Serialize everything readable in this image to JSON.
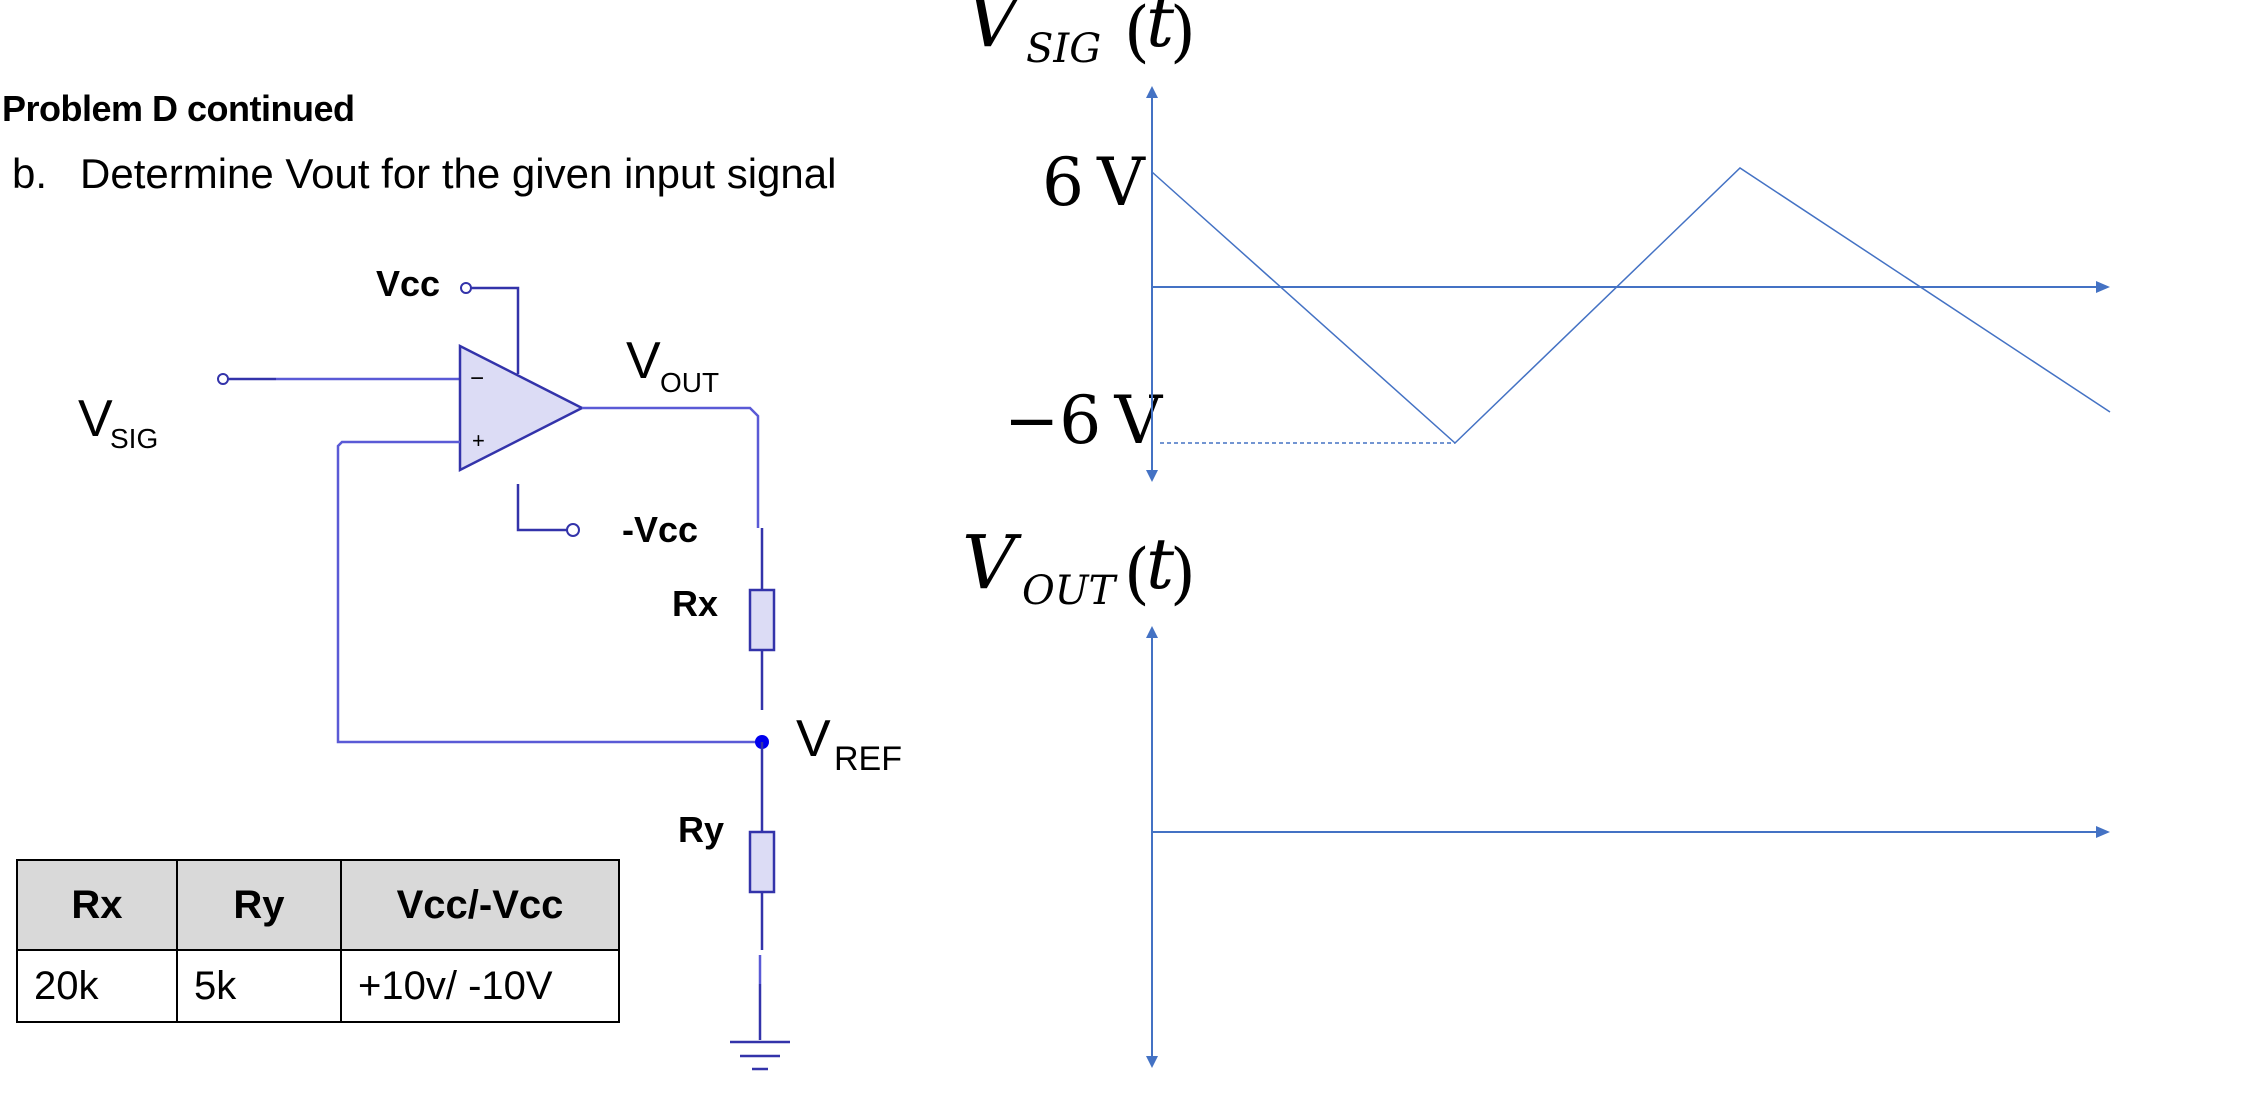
{
  "problem": {
    "title": "Problem D continued",
    "item_letter": "b.",
    "question": "Determine Vout for the given input signal"
  },
  "circuit": {
    "vcc_label": "Vcc",
    "neg_vcc_label": "-Vcc",
    "vsig_label": {
      "main": "V",
      "sub": "SIG"
    },
    "vout_label": {
      "main": "V",
      "sub": "OUT"
    },
    "vref_label": {
      "main": "V",
      "sub": "REF"
    },
    "rx_label": "Rx",
    "ry_label": "Ry",
    "minus_sign": "−",
    "plus_sign": "+"
  },
  "params_table": {
    "headers": [
      "Rx",
      "Ry",
      "Vcc/-Vcc"
    ],
    "rows": [
      [
        "20k",
        "5k",
        "+10v/ -10V"
      ]
    ]
  },
  "graphs": {
    "input": {
      "label": {
        "main": "V",
        "sub": "SIG",
        "arg": "t"
      },
      "y_top_label": "6 V",
      "y_bottom_label": "−6 V",
      "waveform": "triangle",
      "peak_voltage": 6,
      "trough_voltage": -6
    },
    "output": {
      "label": {
        "main": "V",
        "sub": "OUT",
        "arg": "t"
      }
    },
    "line_color": "#4472c4",
    "circuit_color": "#3333aa"
  }
}
